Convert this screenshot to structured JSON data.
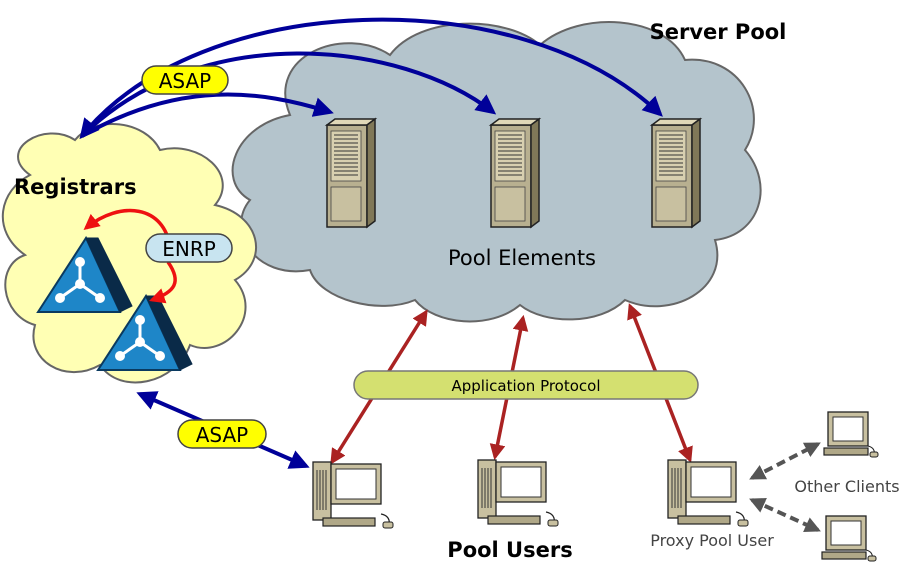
{
  "labels": {
    "server_pool": "Server Pool",
    "registrars": "Registrars",
    "pool_elements": "Pool Elements",
    "pool_users": "Pool Users",
    "proxy_pool_user": "Proxy Pool User",
    "other_clients": "Other Clients"
  },
  "protocols": {
    "asap_top": "ASAP",
    "asap_bottom": "ASAP",
    "enrp": "ENRP",
    "application_protocol": "Application Protocol"
  },
  "colors": {
    "server_cloud": "#b4c4cc",
    "registrar_cloud": "#ffffb4",
    "asap_arrow": "#000099",
    "enrp_arrow": "#ee1111",
    "app_arrow": "#aa2222",
    "client_arrow": "#555555",
    "asap_pill": "#ffff00",
    "enrp_pill": "#c8e4f0",
    "app_bar": "#d4e070",
    "registrar_icon": "#1080c0",
    "server_body": "#c8c0a0"
  },
  "icons": {
    "server": "server-tower-icon",
    "registrar": "registrar-triangle-icon",
    "client": "desktop-computer-icon"
  }
}
